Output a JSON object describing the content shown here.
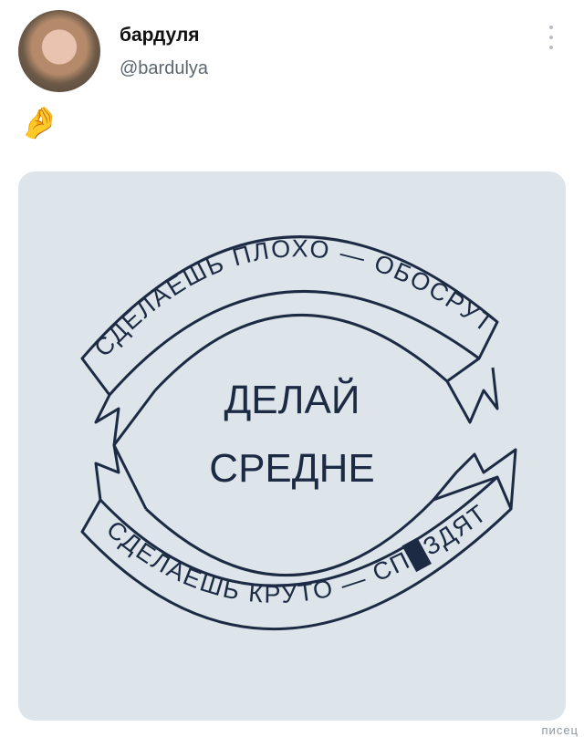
{
  "tweet": {
    "display_name": "бардуля",
    "handle": "@bardulya",
    "text": "🤌",
    "more_icon": "vertical-ellipsis-icon"
  },
  "image": {
    "top_ribbon": "СДЕЛАЕШЬ ПЛОХО — ОБОСРУТ",
    "center_line1": "ДЕЛАЙ",
    "center_line2": "СРЕДНЕ",
    "bottom_ribbon": "СДЕЛАЕШЬ КРУТО — СП█ЗДЯТ",
    "ink_color": "#1c2a44"
  },
  "watermark": "писец"
}
